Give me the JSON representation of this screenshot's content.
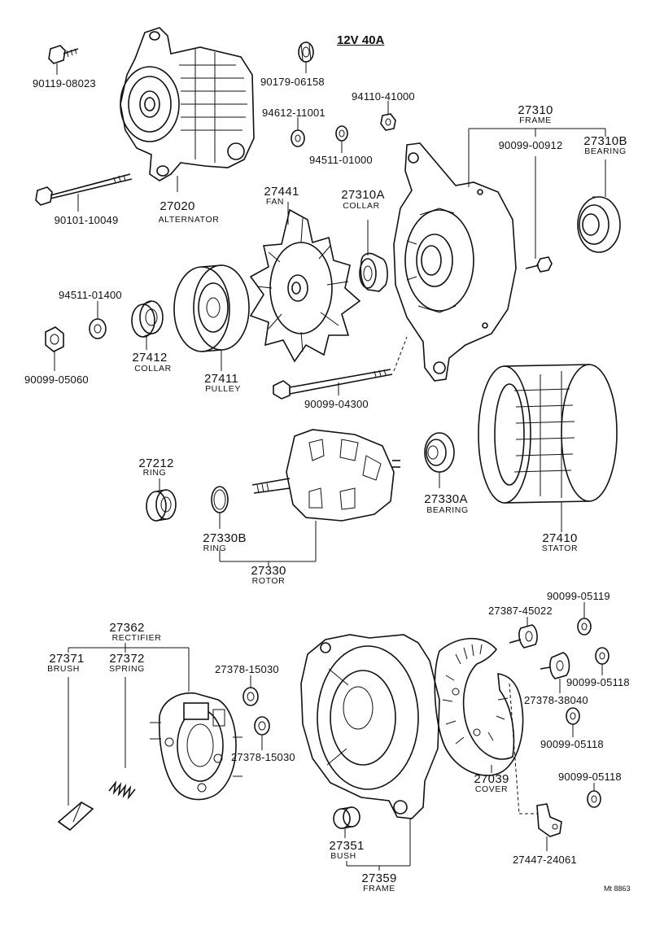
{
  "title": "12V 40A",
  "code": "Mt 8863",
  "parts": [
    {
      "id": "alternator",
      "number": "27020",
      "name": "ALTERNATOR"
    },
    {
      "id": "bolt-a",
      "number": "90119-08023",
      "name": ""
    },
    {
      "id": "nut-a",
      "number": "90179-06158",
      "name": ""
    },
    {
      "id": "washer-a",
      "number": "94612-11001",
      "name": ""
    },
    {
      "id": "nut-b",
      "number": "94110-41000",
      "name": ""
    },
    {
      "id": "washer-b",
      "number": "94511-01000",
      "name": ""
    },
    {
      "id": "bolt-b",
      "number": "90101-10049",
      "name": ""
    },
    {
      "id": "frame-front",
      "number": "27310",
      "name": "FRAME"
    },
    {
      "id": "screw-a",
      "number": "90099-00912",
      "name": ""
    },
    {
      "id": "bearing-front",
      "number": "27310B",
      "name": "BEARING"
    },
    {
      "id": "fan",
      "number": "27441",
      "name": "FAN"
    },
    {
      "id": "collar-a",
      "number": "27310A",
      "name": "COLLAR"
    },
    {
      "id": "washer-c",
      "number": "94511-01400",
      "name": ""
    },
    {
      "id": "nut-c",
      "number": "90099-05060",
      "name": ""
    },
    {
      "id": "collar-b",
      "number": "27412",
      "name": "COLLAR"
    },
    {
      "id": "pulley",
      "number": "27411",
      "name": "PULLEY"
    },
    {
      "id": "bolt-c",
      "number": "90099-04300",
      "name": ""
    },
    {
      "id": "ring-a",
      "number": "27212",
      "name": "RING"
    },
    {
      "id": "ring-b",
      "number": "27330B",
      "name": "RING"
    },
    {
      "id": "rotor",
      "number": "27330",
      "name": "ROTOR"
    },
    {
      "id": "bearing-rear",
      "number": "27330A",
      "name": "BEARING"
    },
    {
      "id": "stator",
      "number": "27410",
      "name": "STATOR"
    },
    {
      "id": "rectifier",
      "number": "27362",
      "name": "RECTIFIER"
    },
    {
      "id": "brush",
      "number": "27371",
      "name": "BRUSH"
    },
    {
      "id": "spring",
      "number": "27372",
      "name": "SPRING"
    },
    {
      "id": "insulator-a",
      "number": "27378-15030",
      "name": ""
    },
    {
      "id": "insulator-b",
      "number": "27378-15030",
      "name": ""
    },
    {
      "id": "terminal-a",
      "number": "27387-45022",
      "name": ""
    },
    {
      "id": "nut-d",
      "number": "90099-05119",
      "name": ""
    },
    {
      "id": "nut-e",
      "number": "90099-05118",
      "name": ""
    },
    {
      "id": "insulator-c",
      "number": "27378-38040",
      "name": ""
    },
    {
      "id": "nut-f",
      "number": "90099-05118",
      "name": ""
    },
    {
      "id": "cover",
      "number": "27039",
      "name": "COVER"
    },
    {
      "id": "nut-g",
      "number": "90099-05118",
      "name": ""
    },
    {
      "id": "bush",
      "number": "27351",
      "name": "BUSH"
    },
    {
      "id": "frame-rear",
      "number": "27359",
      "name": "FRAME"
    },
    {
      "id": "terminal-b",
      "number": "27447-24061",
      "name": ""
    }
  ]
}
